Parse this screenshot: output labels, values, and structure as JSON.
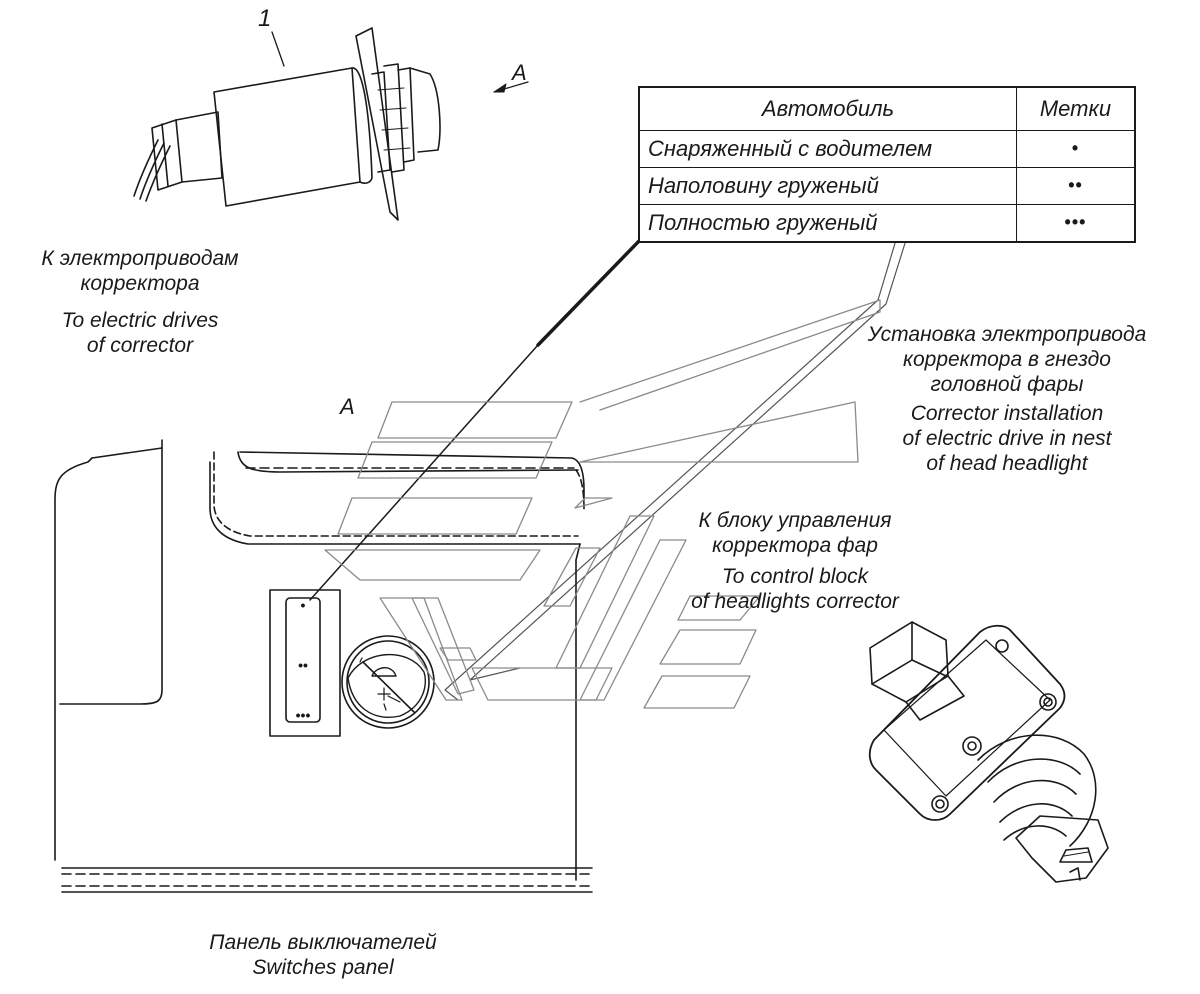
{
  "callout_number": "1",
  "view_arrow_label": "A",
  "view_label": "A",
  "wire_label": {
    "ru_line1": "К электроприводам",
    "ru_line2": "корректора",
    "en_line1": "To electric drives",
    "en_line2": "of corrector"
  },
  "install_label": {
    "ru_line1": "Установка электропривода",
    "ru_line2": "корректора в гнездо",
    "ru_line3": "головной фары",
    "en_line1": "Corrector installation",
    "en_line2": "of electric drive in nest",
    "en_line3": "of head headlight"
  },
  "control_label": {
    "ru_line1": "К блоку управления",
    "ru_line2": "корректора фар",
    "en_line1": "To control block",
    "en_line2": "of headlights corrector"
  },
  "panel_label": {
    "ru": "Панель выключателей",
    "en": "Switches panel"
  },
  "marks_table": {
    "header_car": "Автомобиль",
    "header_marks": "Метки",
    "rows": [
      {
        "car": "Снаряженный с водителем",
        "mark": "•"
      },
      {
        "car": "Наполовину груженый",
        "mark": "••"
      },
      {
        "car": "Полностью груженый",
        "mark": "•••"
      }
    ]
  },
  "scale_marks": {
    "top": "•",
    "middle": "••",
    "bottom": "•••"
  }
}
